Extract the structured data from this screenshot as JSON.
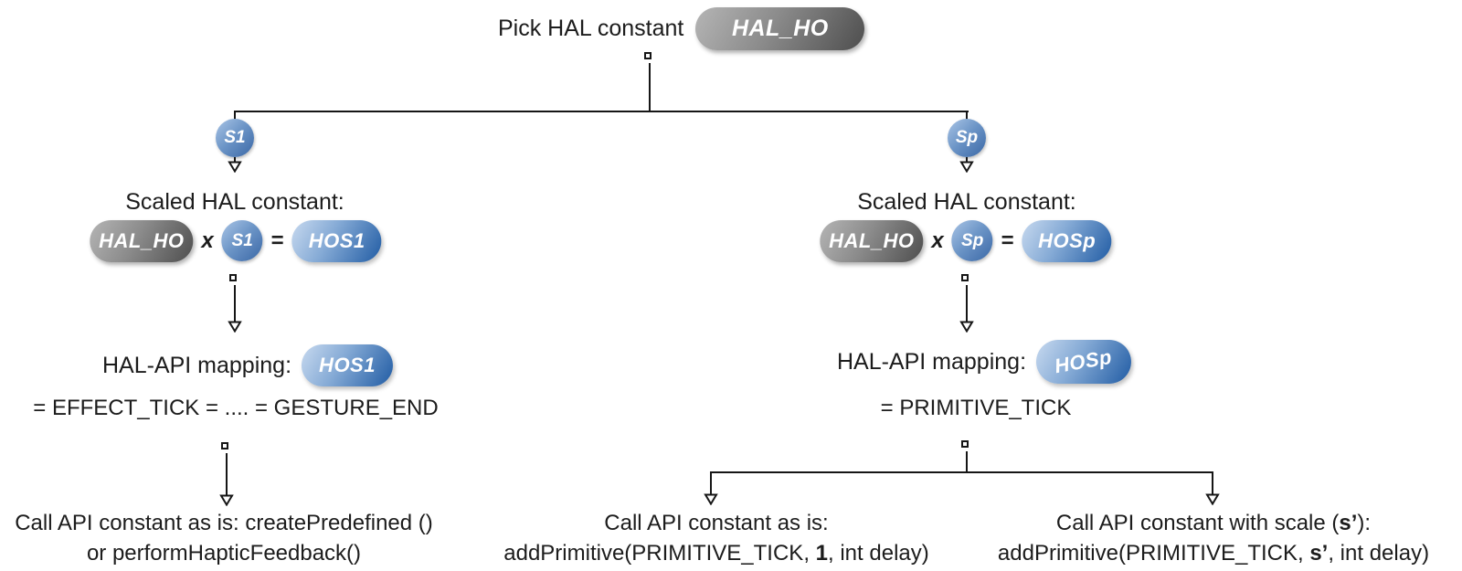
{
  "root": {
    "title": "Pick HAL constant",
    "hal_pill": "HAL_HO"
  },
  "branch": {
    "left_scale_node": "S1",
    "right_scale_node": "Sp"
  },
  "left": {
    "scaled_heading": "Scaled HAL constant:",
    "expr": {
      "hal": "HAL_HO",
      "times": "x",
      "scale": "S1",
      "equals": "=",
      "result": "HOS1"
    },
    "mapping_label": "HAL-API mapping:",
    "mapping_pill": "HOS1",
    "mapping_equation": "= EFFECT_TICK = .... = GESTURE_END",
    "call": {
      "line1": "Call API constant as is: createPredefined ()",
      "line2": "or performHapticFeedback()"
    }
  },
  "right": {
    "scaled_heading": "Scaled HAL constant:",
    "expr": {
      "hal": "HAL_HO",
      "times": "x",
      "scale": "Sp",
      "equals": "=",
      "result": "HOSp"
    },
    "mapping_label": "HAL-API mapping:",
    "mapping_pill": "HOSp",
    "mapping_equation": "= PRIMITIVE_TICK",
    "call_as_is": {
      "line1": "Call API constant as is:",
      "l2a": "addPrimitive(PRIMITIVE_TICK, ",
      "l2b": "1",
      "l2c": ", int delay)"
    },
    "call_with_scale": {
      "l1a": "Call API constant with scale (",
      "l1b": "s’",
      "l1c": "):",
      "l2a": "addPrimitive(PRIMITIVE_TICK, ",
      "l2b": "s’",
      "l2c": ", int delay)"
    }
  },
  "colors": {
    "gray_pill_start": "#b5b5b5",
    "gray_pill_end": "#4e4e4e",
    "blue_pill_start": "#c7d9ef",
    "blue_pill_end": "#215ca4",
    "line": "#161616",
    "text": "#1c1c1c",
    "background": "#ffffff"
  }
}
